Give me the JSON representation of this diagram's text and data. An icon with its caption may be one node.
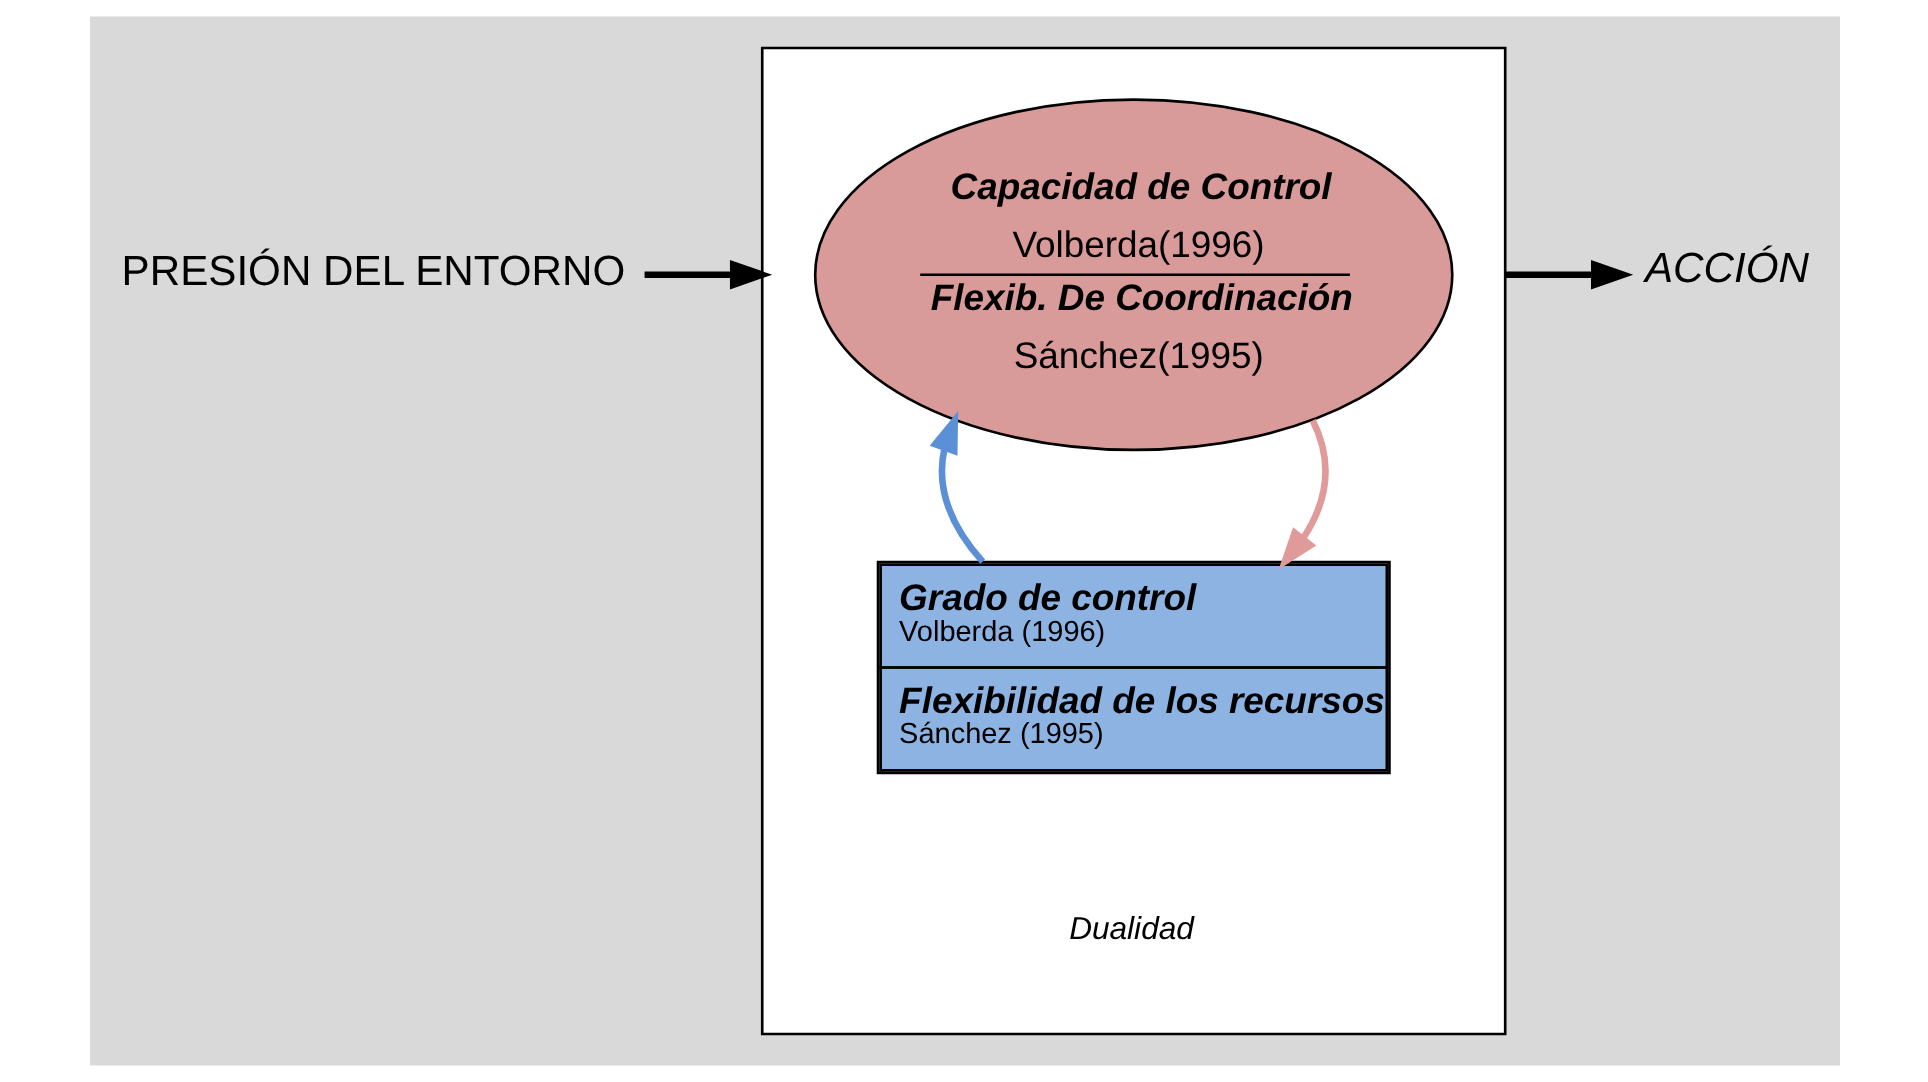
{
  "diagram": {
    "nodes": [
      {
        "text": [
          "PRESIÓN DEL ENTORNO"
        ]
      },
      {
        "text": [],
        "shape": "box"
      },
      {
        "text": [
          "Capacidad de Control",
          "Volberda(1996)",
          "Flexib. De Coordinación",
          "Sánchez(1995)"
        ],
        "in": 1
      },
      {
        "text": [
          "Grado de control",
          "Volberda (1996)",
          "Flexibilidad de los recursos",
          "Sánchez (1995)"
        ],
        "in": 1
      },
      {
        "text": [
          "ACCIÓN"
        ]
      }
    ],
    "edges": [
      {
        "from": 0,
        "to": 1,
        "arrow": "to"
      },
      {
        "from": 2,
        "to": 3,
        "arrow": "to",
        "color": "#e09a9a"
      },
      {
        "from": 3,
        "to": 2,
        "arrow": "to",
        "color": "#5b8fd6"
      },
      {
        "from": 1,
        "to": 4,
        "arrow": "to"
      }
    ],
    "labels": [
      "Dualidad"
    ]
  }
}
